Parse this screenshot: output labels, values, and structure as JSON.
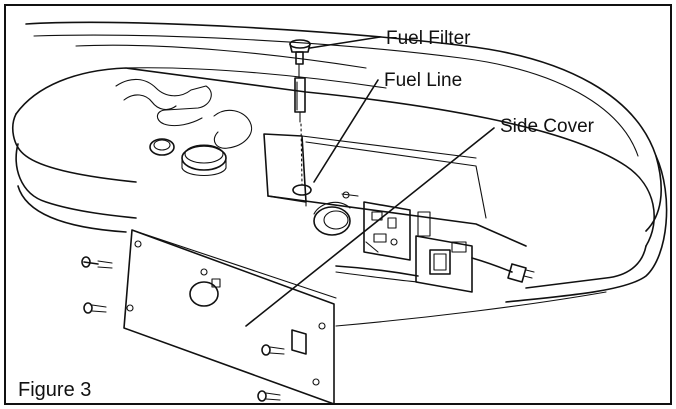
{
  "figure": {
    "caption": "Figure 3",
    "labels": {
      "fuel_filter": "Fuel Filter",
      "fuel_line": "Fuel Line",
      "side_cover": "Side Cover"
    }
  }
}
